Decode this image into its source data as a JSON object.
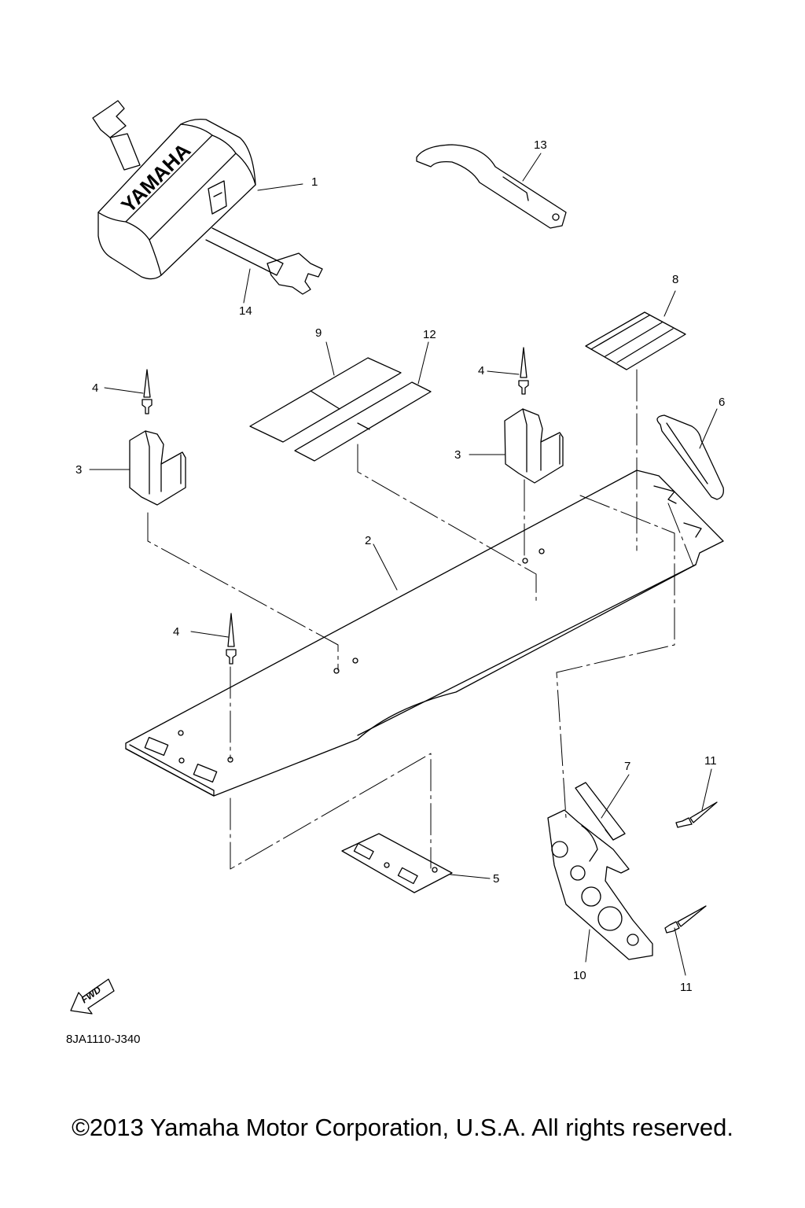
{
  "brand": {
    "logo_text": "YAMAHA"
  },
  "callouts": [
    {
      "id": "c1",
      "label": "1"
    },
    {
      "id": "c2",
      "label": "2"
    },
    {
      "id": "c3a",
      "label": "3"
    },
    {
      "id": "c3b",
      "label": "3"
    },
    {
      "id": "c4a",
      "label": "4"
    },
    {
      "id": "c4b",
      "label": "4"
    },
    {
      "id": "c4c",
      "label": "4"
    },
    {
      "id": "c5",
      "label": "5"
    },
    {
      "id": "c6",
      "label": "6"
    },
    {
      "id": "c7",
      "label": "7"
    },
    {
      "id": "c8",
      "label": "8"
    },
    {
      "id": "c9",
      "label": "9"
    },
    {
      "id": "c10",
      "label": "10"
    },
    {
      "id": "c11a",
      "label": "11"
    },
    {
      "id": "c11b",
      "label": "11"
    },
    {
      "id": "c12",
      "label": "12"
    },
    {
      "id": "c13",
      "label": "13"
    },
    {
      "id": "c14",
      "label": "14"
    }
  ],
  "direction_mark": "FWD",
  "diagram_code": "8JA1110-J340",
  "copyright": "©2013 Yamaha Motor Corporation, U.S.A. All rights reserved."
}
